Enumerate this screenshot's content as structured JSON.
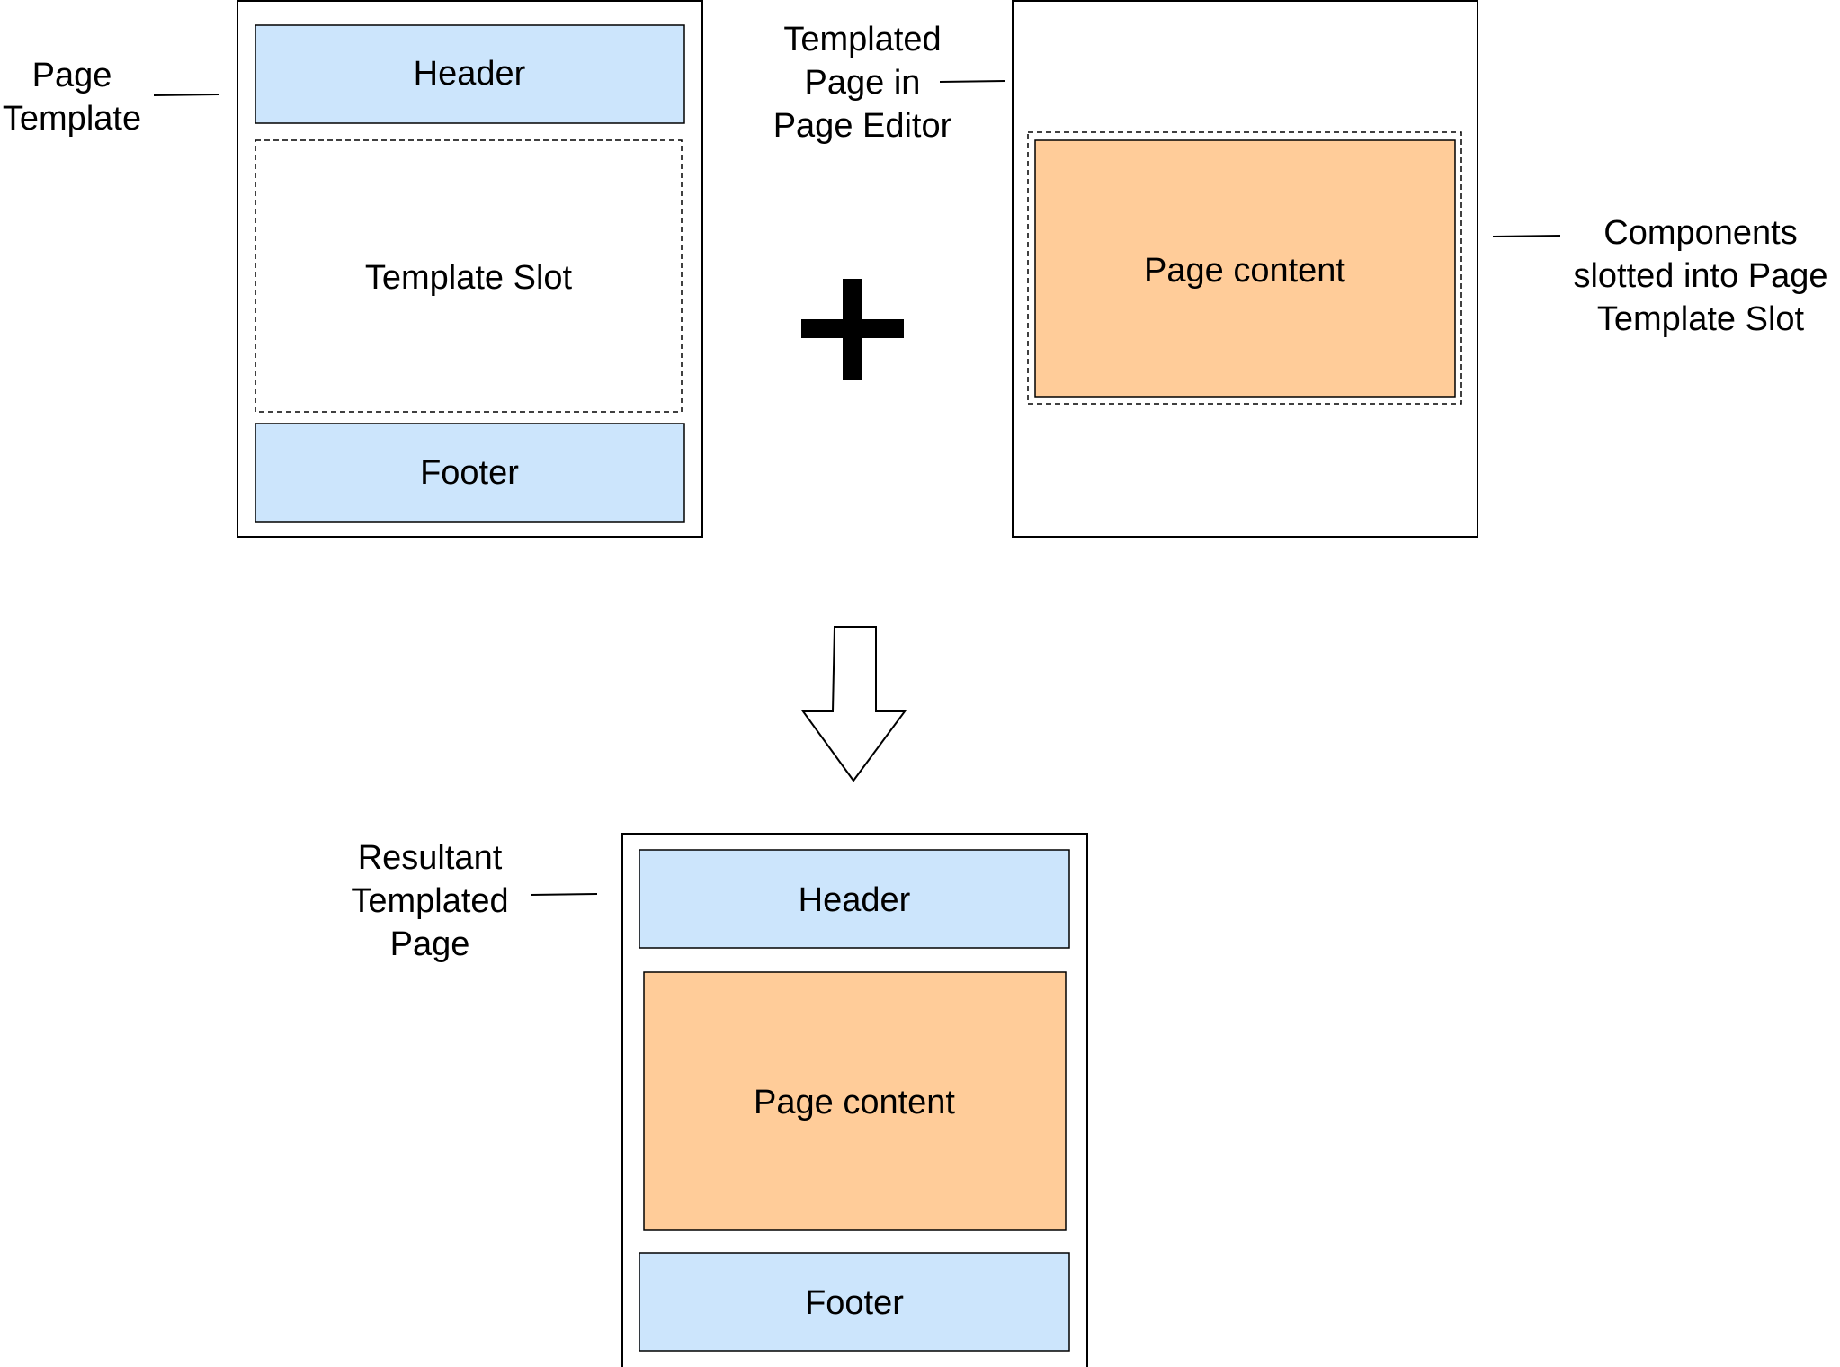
{
  "page_template": {
    "label": [
      "Page",
      "Template"
    ],
    "header": "Header",
    "slot": "Template Slot",
    "footer": "Footer"
  },
  "templated_page": {
    "label": [
      "Templated",
      "Page in",
      "Page Editor"
    ],
    "content": "Page content",
    "slot_callout": [
      "Components",
      "slotted into Page",
      "Template Slot"
    ]
  },
  "combine_symbol": "plus",
  "transform_symbol": "down-arrow",
  "result": {
    "label": [
      "Resultant",
      "Templated",
      "Page"
    ],
    "header": "Header",
    "content": "Page content",
    "footer": "Footer"
  },
  "colors": {
    "header_footer_fill": "#cce5fc",
    "content_fill": "#ffcc99",
    "outline": "#000000",
    "background": "#ffffff"
  }
}
